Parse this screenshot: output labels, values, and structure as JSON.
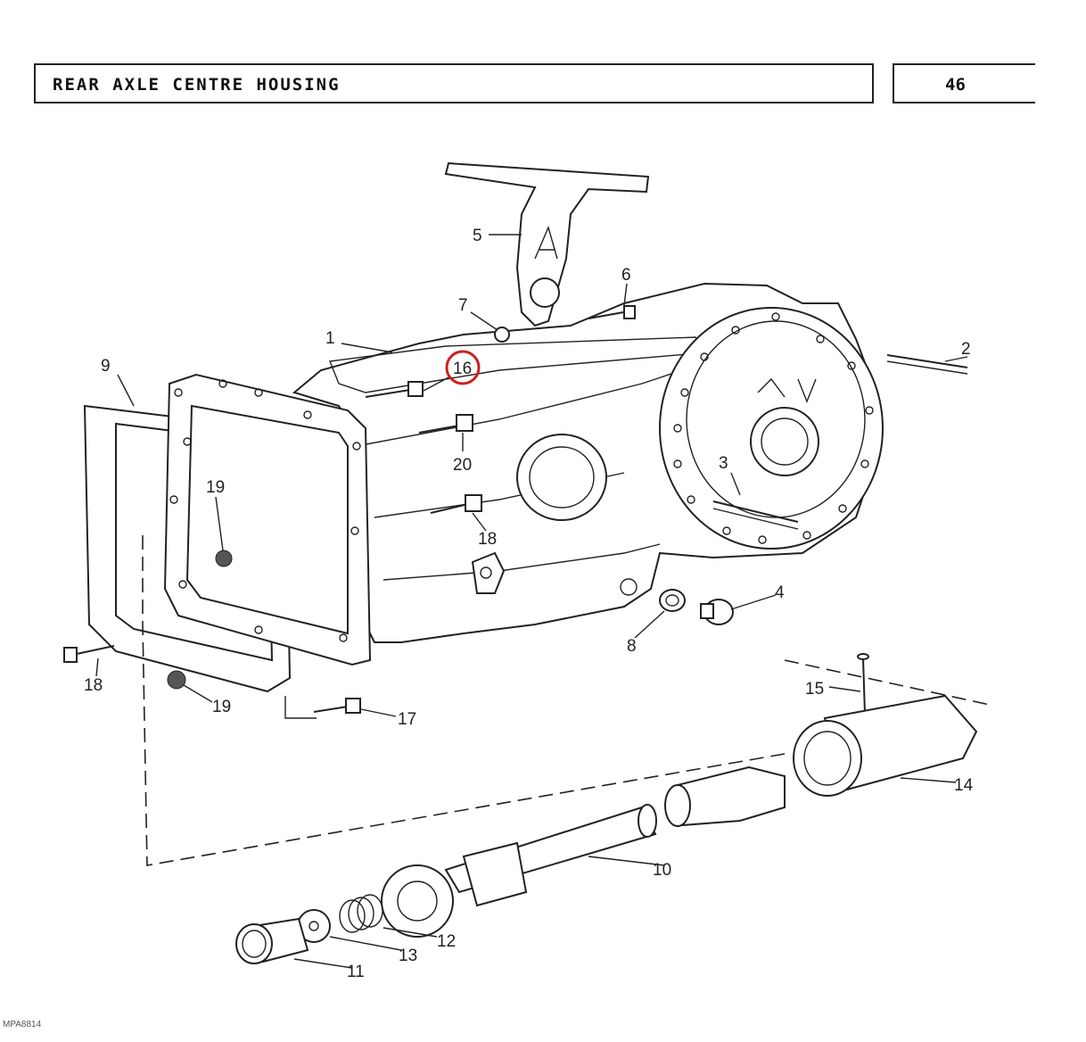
{
  "header": {
    "title": "REAR AXLE CENTRE HOUSING",
    "page_number": "46"
  },
  "callouts": {
    "c1": "1",
    "c2": "2",
    "c3": "3",
    "c4": "4",
    "c5": "5",
    "c6": "6",
    "c7": "7",
    "c8": "8",
    "c9": "9",
    "c10": "10",
    "c11": "11",
    "c12": "12",
    "c13": "13",
    "c14": "14",
    "c15": "15",
    "c16": "16",
    "c17": "17",
    "c18a": "18",
    "c18b": "18",
    "c19a": "19",
    "c19b": "19",
    "c20": "20"
  },
  "highlight": {
    "callout": "16",
    "color": "#cc1f1f"
  },
  "footer": {
    "code": "MPA8814"
  }
}
